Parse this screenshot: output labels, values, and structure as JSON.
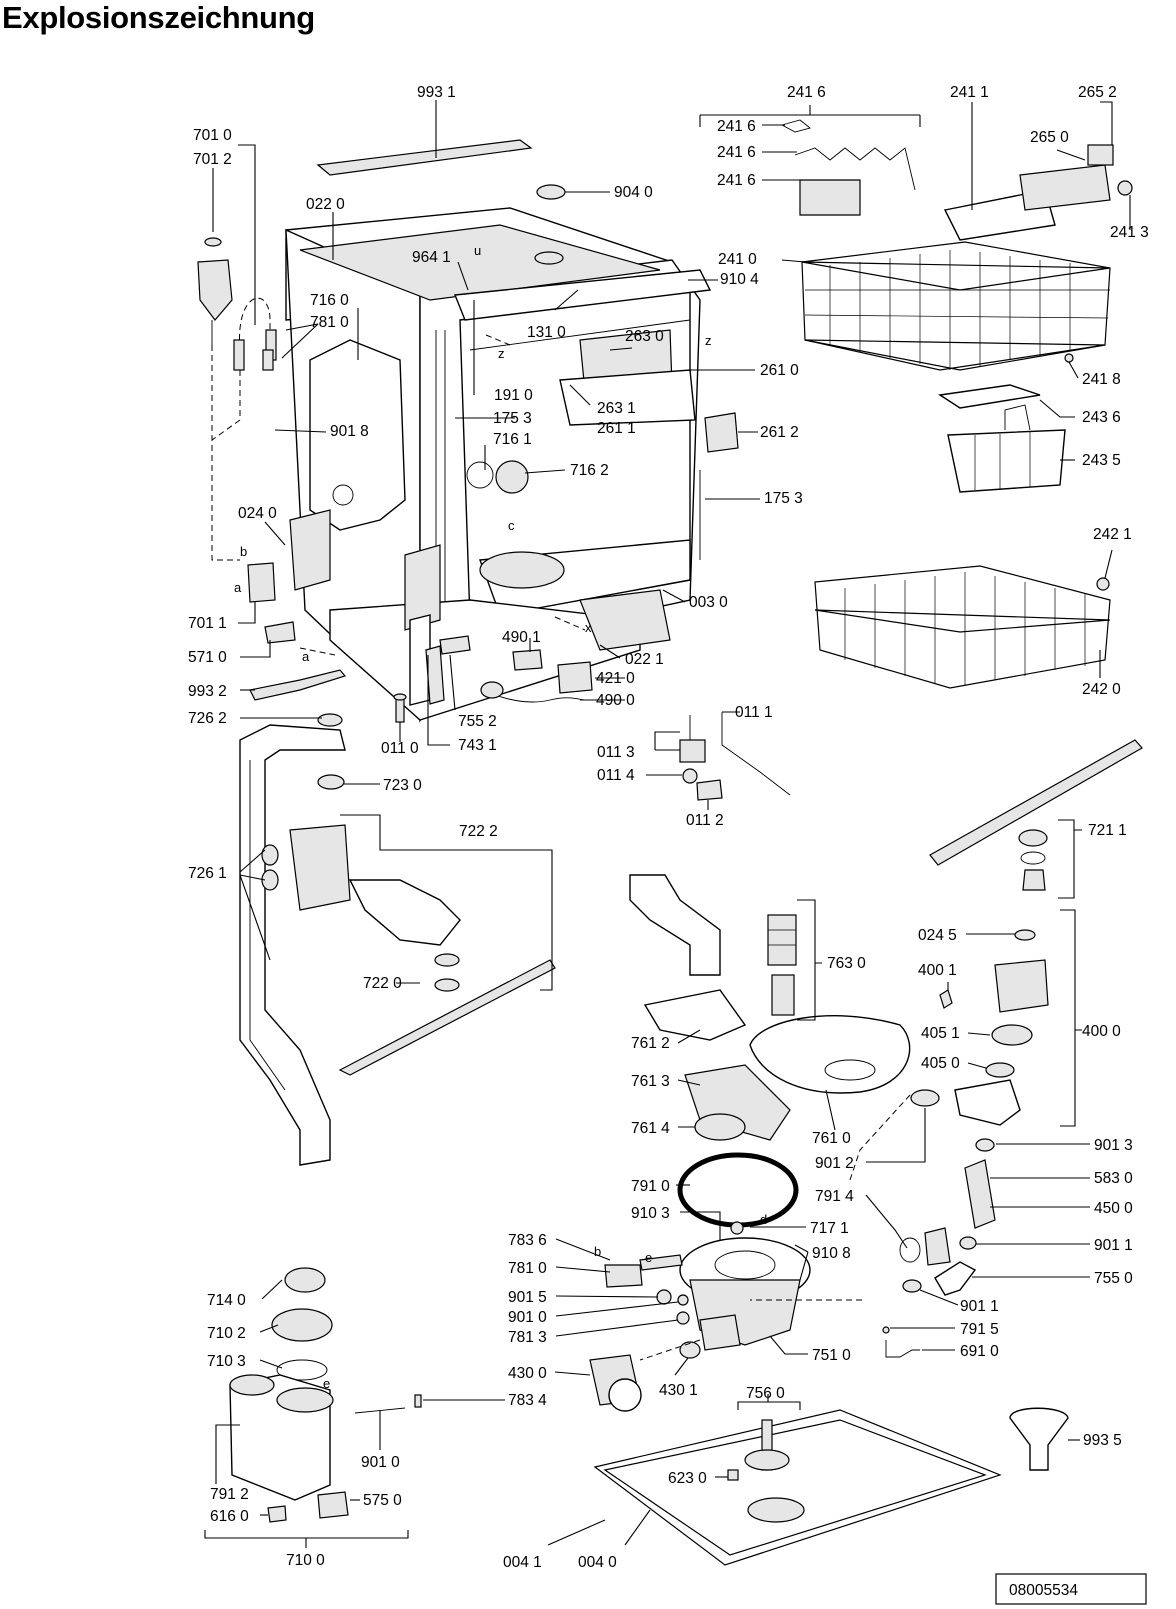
{
  "title": "Explosionszeichnung",
  "document_number": "08005534",
  "callouts": {
    "c9931": "993 1",
    "c7010": "701 0",
    "c7012": "701 2",
    "c0220": "022 0",
    "c9040": "904 0",
    "c9641": "964 1",
    "c9104": "910 4",
    "c7160": "716 0",
    "c7810": "781 0",
    "c1310": "131 0",
    "c2630": "263 0",
    "c2610": "261 0",
    "c1910": "191 0",
    "c1753a": "175 3",
    "c2631": "263 1",
    "c2611": "261 1",
    "c9018": "901 8",
    "c7161": "716 1",
    "c2612": "261 2",
    "c7162": "716 2",
    "c1753b": "175 3",
    "c0240": "024 0",
    "c7011": "701 1",
    "c0030": "003 0",
    "c5710": "571 0",
    "c4901": "490 1",
    "c0221": "022 1",
    "c4210": "421 0",
    "c9932": "993 2",
    "c4900": "490 0",
    "c7262": "726 2",
    "c7552": "755 2",
    "c0110": "011 0",
    "c7431": "743 1",
    "c7230": "723 0",
    "c0111": "011 1",
    "c0113": "011 3",
    "c0114": "011 4",
    "c0112": "011 2",
    "c7222": "722 2",
    "c7261": "726 1",
    "c7220": "722 0",
    "c2416a": "241 6",
    "c2416b": "241 6",
    "c2416c": "241 6",
    "c2416d": "241 6",
    "c2411": "241 1",
    "c2652": "265 2",
    "c2650": "265 0",
    "c2413": "241 3",
    "c2410": "241 0",
    "c2418": "241 8",
    "c2436": "243 6",
    "c2435": "243 5",
    "c2421": "242 1",
    "c2420": "242 0",
    "c7211": "721 1",
    "c0245": "024 5",
    "c4001": "400 1",
    "c4051": "405 1",
    "c4000": "400 0",
    "c4050": "405 0",
    "c7630": "763 0",
    "c7612": "761 2",
    "c7613": "761 3",
    "c7614": "761 4",
    "c7610": "761 0",
    "c9012": "901 2",
    "c9013": "901 3",
    "c5830": "583 0",
    "c4500": "450 0",
    "c7910": "791 0",
    "c7914": "791 4",
    "c9011a": "901 1",
    "c9103": "910 3",
    "c7171": "717 1",
    "c9108": "910 8",
    "c7836": "783 6",
    "c7810b": "781 0",
    "c7550": "755 0",
    "c9015": "901 5",
    "c9011b": "901 1",
    "c9010a": "901 0",
    "c7915": "791 5",
    "c7813": "781 3",
    "c7510": "751 0",
    "c6910": "691 0",
    "c7140": "714 0",
    "c7102": "710 2",
    "c7103": "710 3",
    "c4300": "430 0",
    "c4301": "430 1",
    "c7834": "783 4",
    "c7560": "756 0",
    "c9010b": "901 0",
    "c9935": "993 5",
    "c7912": "791 2",
    "c6230": "623 0",
    "c6160": "616 0",
    "c5750": "575 0",
    "c7100": "710 0",
    "c0041": "004 1",
    "c0040": "004 0"
  },
  "connector_letters": {
    "a1": "a",
    "a2": "a",
    "b1": "b",
    "b2": "b",
    "c": "c",
    "d": "d",
    "e1": "e",
    "e2": "e",
    "x": "x",
    "z1": "z",
    "z2": "z",
    "u": "u"
  }
}
